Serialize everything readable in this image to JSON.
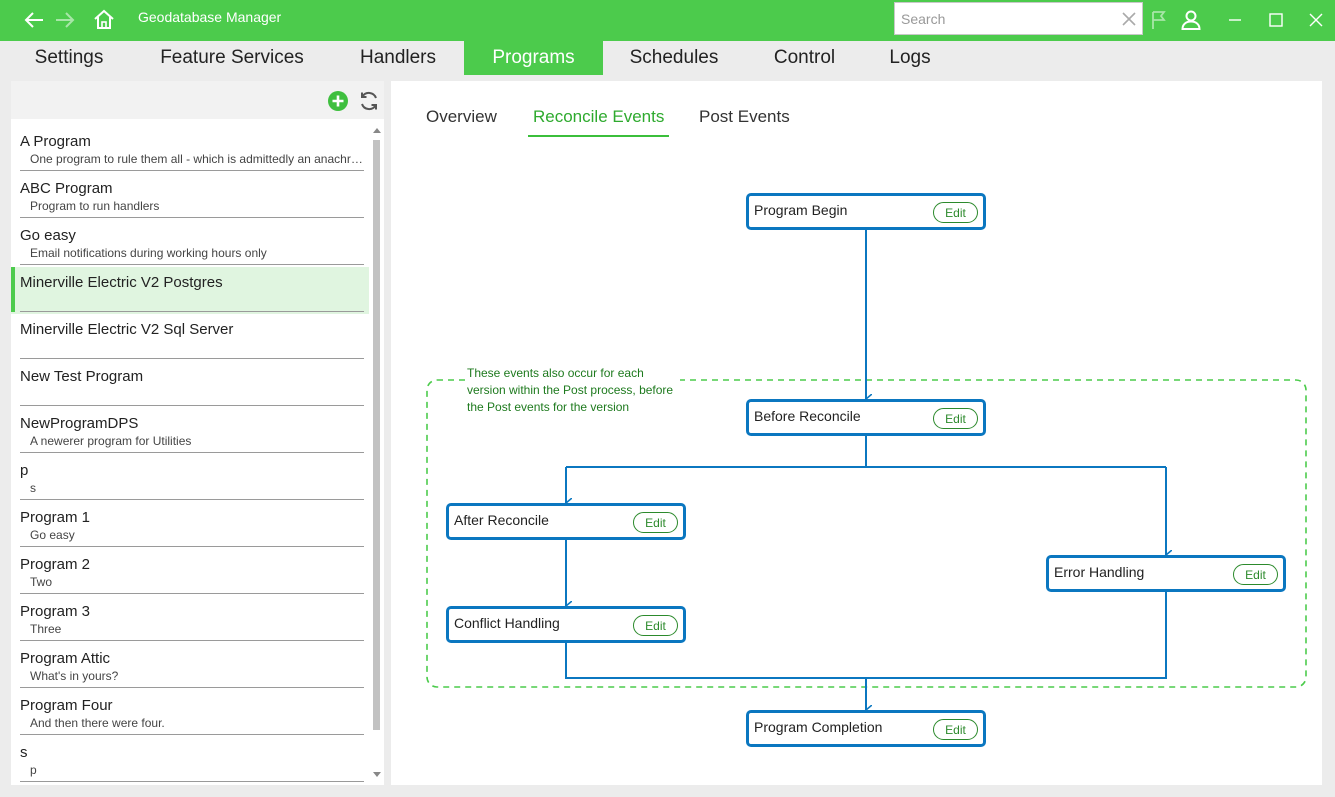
{
  "app": {
    "title": "Geodatabase Manager"
  },
  "titlebar": {
    "back_icon": "arrow-left-icon",
    "forward_icon": "arrow-right-icon",
    "home_icon": "home-icon",
    "search_placeholder": "Search",
    "flag_icon": "flag-icon",
    "user_icon": "user-icon",
    "accent": "#4ccb4c"
  },
  "main_tabs": [
    {
      "label": "Settings"
    },
    {
      "label": "Feature Services"
    },
    {
      "label": "Handlers"
    },
    {
      "label": "Programs",
      "active": true
    },
    {
      "label": "Schedules"
    },
    {
      "label": "Control"
    },
    {
      "label": "Logs"
    }
  ],
  "left_panel": {
    "add_icon": "add-circle-icon",
    "refresh_icon": "refresh-icon",
    "programs": [
      {
        "name": "A Program",
        "description": "One program to rule them all - which is admittedly an anachronism"
      },
      {
        "name": "ABC Program",
        "description": "Program to run handlers"
      },
      {
        "name": "Go easy",
        "description": "Email notifications during working hours only"
      },
      {
        "name": "Minerville Electric V2 Postgres",
        "description": "",
        "selected": true
      },
      {
        "name": "Minerville Electric V2 Sql Server",
        "description": ""
      },
      {
        "name": "New Test Program",
        "description": ""
      },
      {
        "name": "NewProgramDPS",
        "description": "A newerer program for Utilities"
      },
      {
        "name": "p",
        "description": "s"
      },
      {
        "name": "Program 1",
        "description": "Go easy"
      },
      {
        "name": "Program 2",
        "description": "Two"
      },
      {
        "name": "Program 3",
        "description": "Three"
      },
      {
        "name": "Program Attic",
        "description": "What's in yours?"
      },
      {
        "name": "Program Four",
        "description": "And then there were four."
      },
      {
        "name": "s",
        "description": "p"
      }
    ]
  },
  "sub_tabs": [
    {
      "label": "Overview"
    },
    {
      "label": "Reconcile Events",
      "active": true
    },
    {
      "label": "Post Events"
    }
  ],
  "flow": {
    "edit_label": "Edit",
    "note": "These events also occur for each version within the Post process, before the Post events for the version",
    "nodes": {
      "program_begin": "Program Begin",
      "before_reconcile": "Before Reconcile",
      "after_reconcile": "After Reconcile",
      "conflict_handling": "Conflict Handling",
      "error_handling": "Error Handling",
      "program_completion": "Program Completion"
    },
    "colors": {
      "node_border": "#0b77c0",
      "region_border": "#4ccb4c",
      "edit": "#2c8a2c"
    }
  }
}
